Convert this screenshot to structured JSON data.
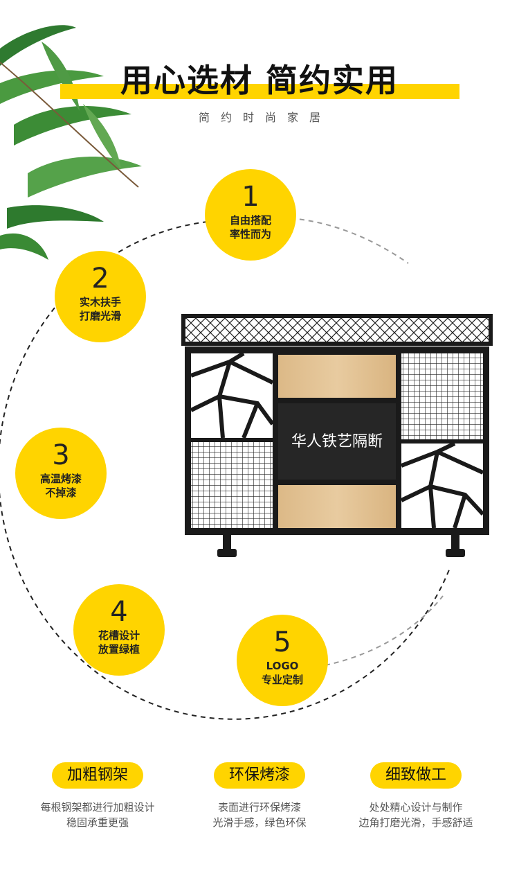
{
  "header": {
    "title": "用心选材 简约实用",
    "subtitle": "简约时尚家居"
  },
  "features_ring": [
    {
      "number": "1",
      "line1": "自由搭配",
      "line2": "率性而为"
    },
    {
      "number": "2",
      "line1": "实木扶手",
      "line2": "打磨光滑"
    },
    {
      "number": "3",
      "line1": "高温烤漆",
      "line2": "不掉漆"
    },
    {
      "number": "4",
      "line1": "花槽设计",
      "line2": "放置绿植"
    },
    {
      "number": "5",
      "line1": "LOGO",
      "line2": "专业定制"
    }
  ],
  "product": {
    "brand_text": "华人铁艺隔断"
  },
  "features_bottom": [
    {
      "title": "加粗钢架",
      "line1": "每根钢架都进行加粗设计",
      "line2": "稳固承重更强"
    },
    {
      "title": "环保烤漆",
      "line1": "表面进行环保烤漆",
      "line2": "光滑手感，绿色环保"
    },
    {
      "title": "细致做工",
      "line1": "处处精心设计与制作",
      "line2": "边角打磨光滑，手感舒适"
    }
  ],
  "colors": {
    "accent": "#ffd400",
    "frame": "#1a1a1a",
    "wood": "#e2c293",
    "leaf": "#3f8a3a"
  }
}
